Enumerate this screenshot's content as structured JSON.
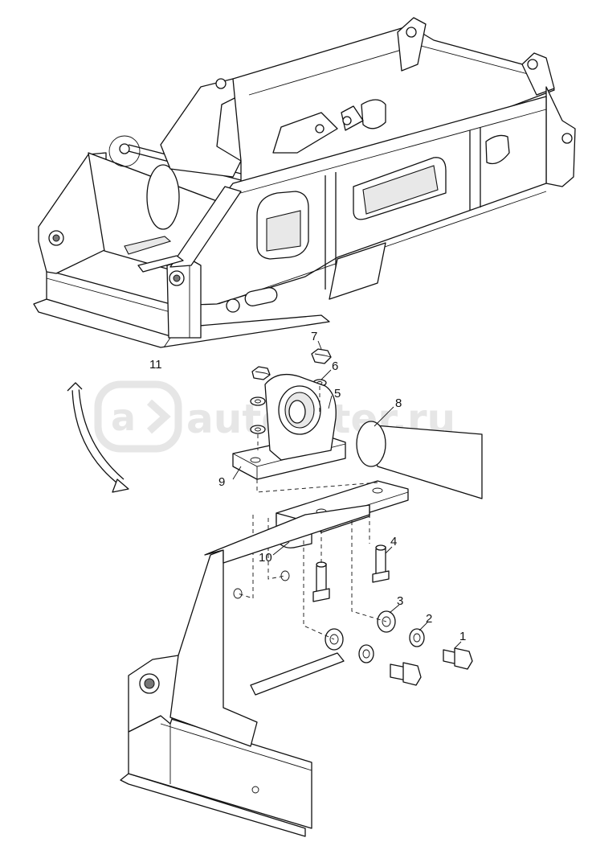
{
  "watermark": {
    "text": "autopiter.ru",
    "logo_icon": "a-arrow-logo-icon"
  },
  "callouts": [
    {
      "id": "c1",
      "label": "1"
    },
    {
      "id": "c2",
      "label": "2"
    },
    {
      "id": "c3",
      "label": "3"
    },
    {
      "id": "c4",
      "label": "4"
    },
    {
      "id": "c5",
      "label": "5"
    },
    {
      "id": "c6",
      "label": "6"
    },
    {
      "id": "c7",
      "label": "7"
    },
    {
      "id": "c8",
      "label": "8"
    },
    {
      "id": "c9",
      "label": "9"
    },
    {
      "id": "c10",
      "label": "10"
    },
    {
      "id": "c11",
      "label": "11"
    }
  ],
  "colors": {
    "line": "#111111",
    "background": "#ffffff",
    "watermark": "#e6e6e6",
    "shade": "#e8e8e8"
  }
}
